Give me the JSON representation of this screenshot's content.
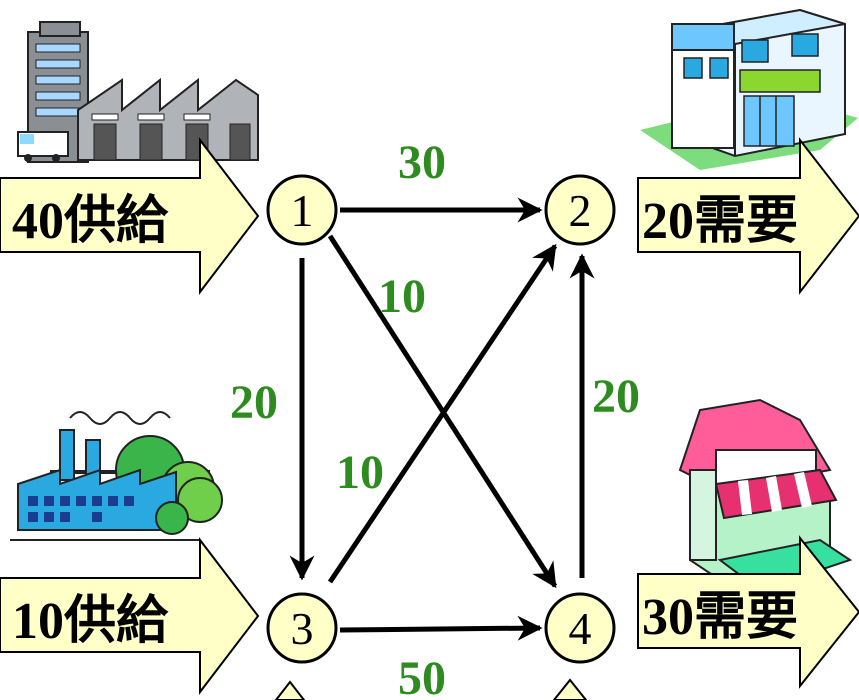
{
  "nodes": [
    {
      "id": "1",
      "label": "1"
    },
    {
      "id": "2",
      "label": "2"
    },
    {
      "id": "3",
      "label": "3"
    },
    {
      "id": "4",
      "label": "4"
    }
  ],
  "edges": [
    {
      "from": "1",
      "to": "2",
      "weight": "30"
    },
    {
      "from": "1",
      "to": "4",
      "weight": "10"
    },
    {
      "from": "1",
      "to": "3",
      "weight": "20"
    },
    {
      "from": "3",
      "to": "2",
      "weight": "10"
    },
    {
      "from": "4",
      "to": "2",
      "weight": "20"
    },
    {
      "from": "3",
      "to": "4",
      "weight": "50"
    }
  ],
  "flows": [
    {
      "node": "1",
      "label": "40供給"
    },
    {
      "node": "3",
      "label": "10供給"
    },
    {
      "node": "2",
      "label": "20需要"
    },
    {
      "node": "4",
      "label": "30需要"
    }
  ],
  "icons": {
    "node1": "factory-office-icon",
    "node3": "factory-trees-icon",
    "node2": "store-building-icon",
    "node4": "shop-awning-icon"
  },
  "colors": {
    "weight": "#2e8b1f",
    "arrow_fill": "#ffffc8",
    "edge": "#000000"
  }
}
